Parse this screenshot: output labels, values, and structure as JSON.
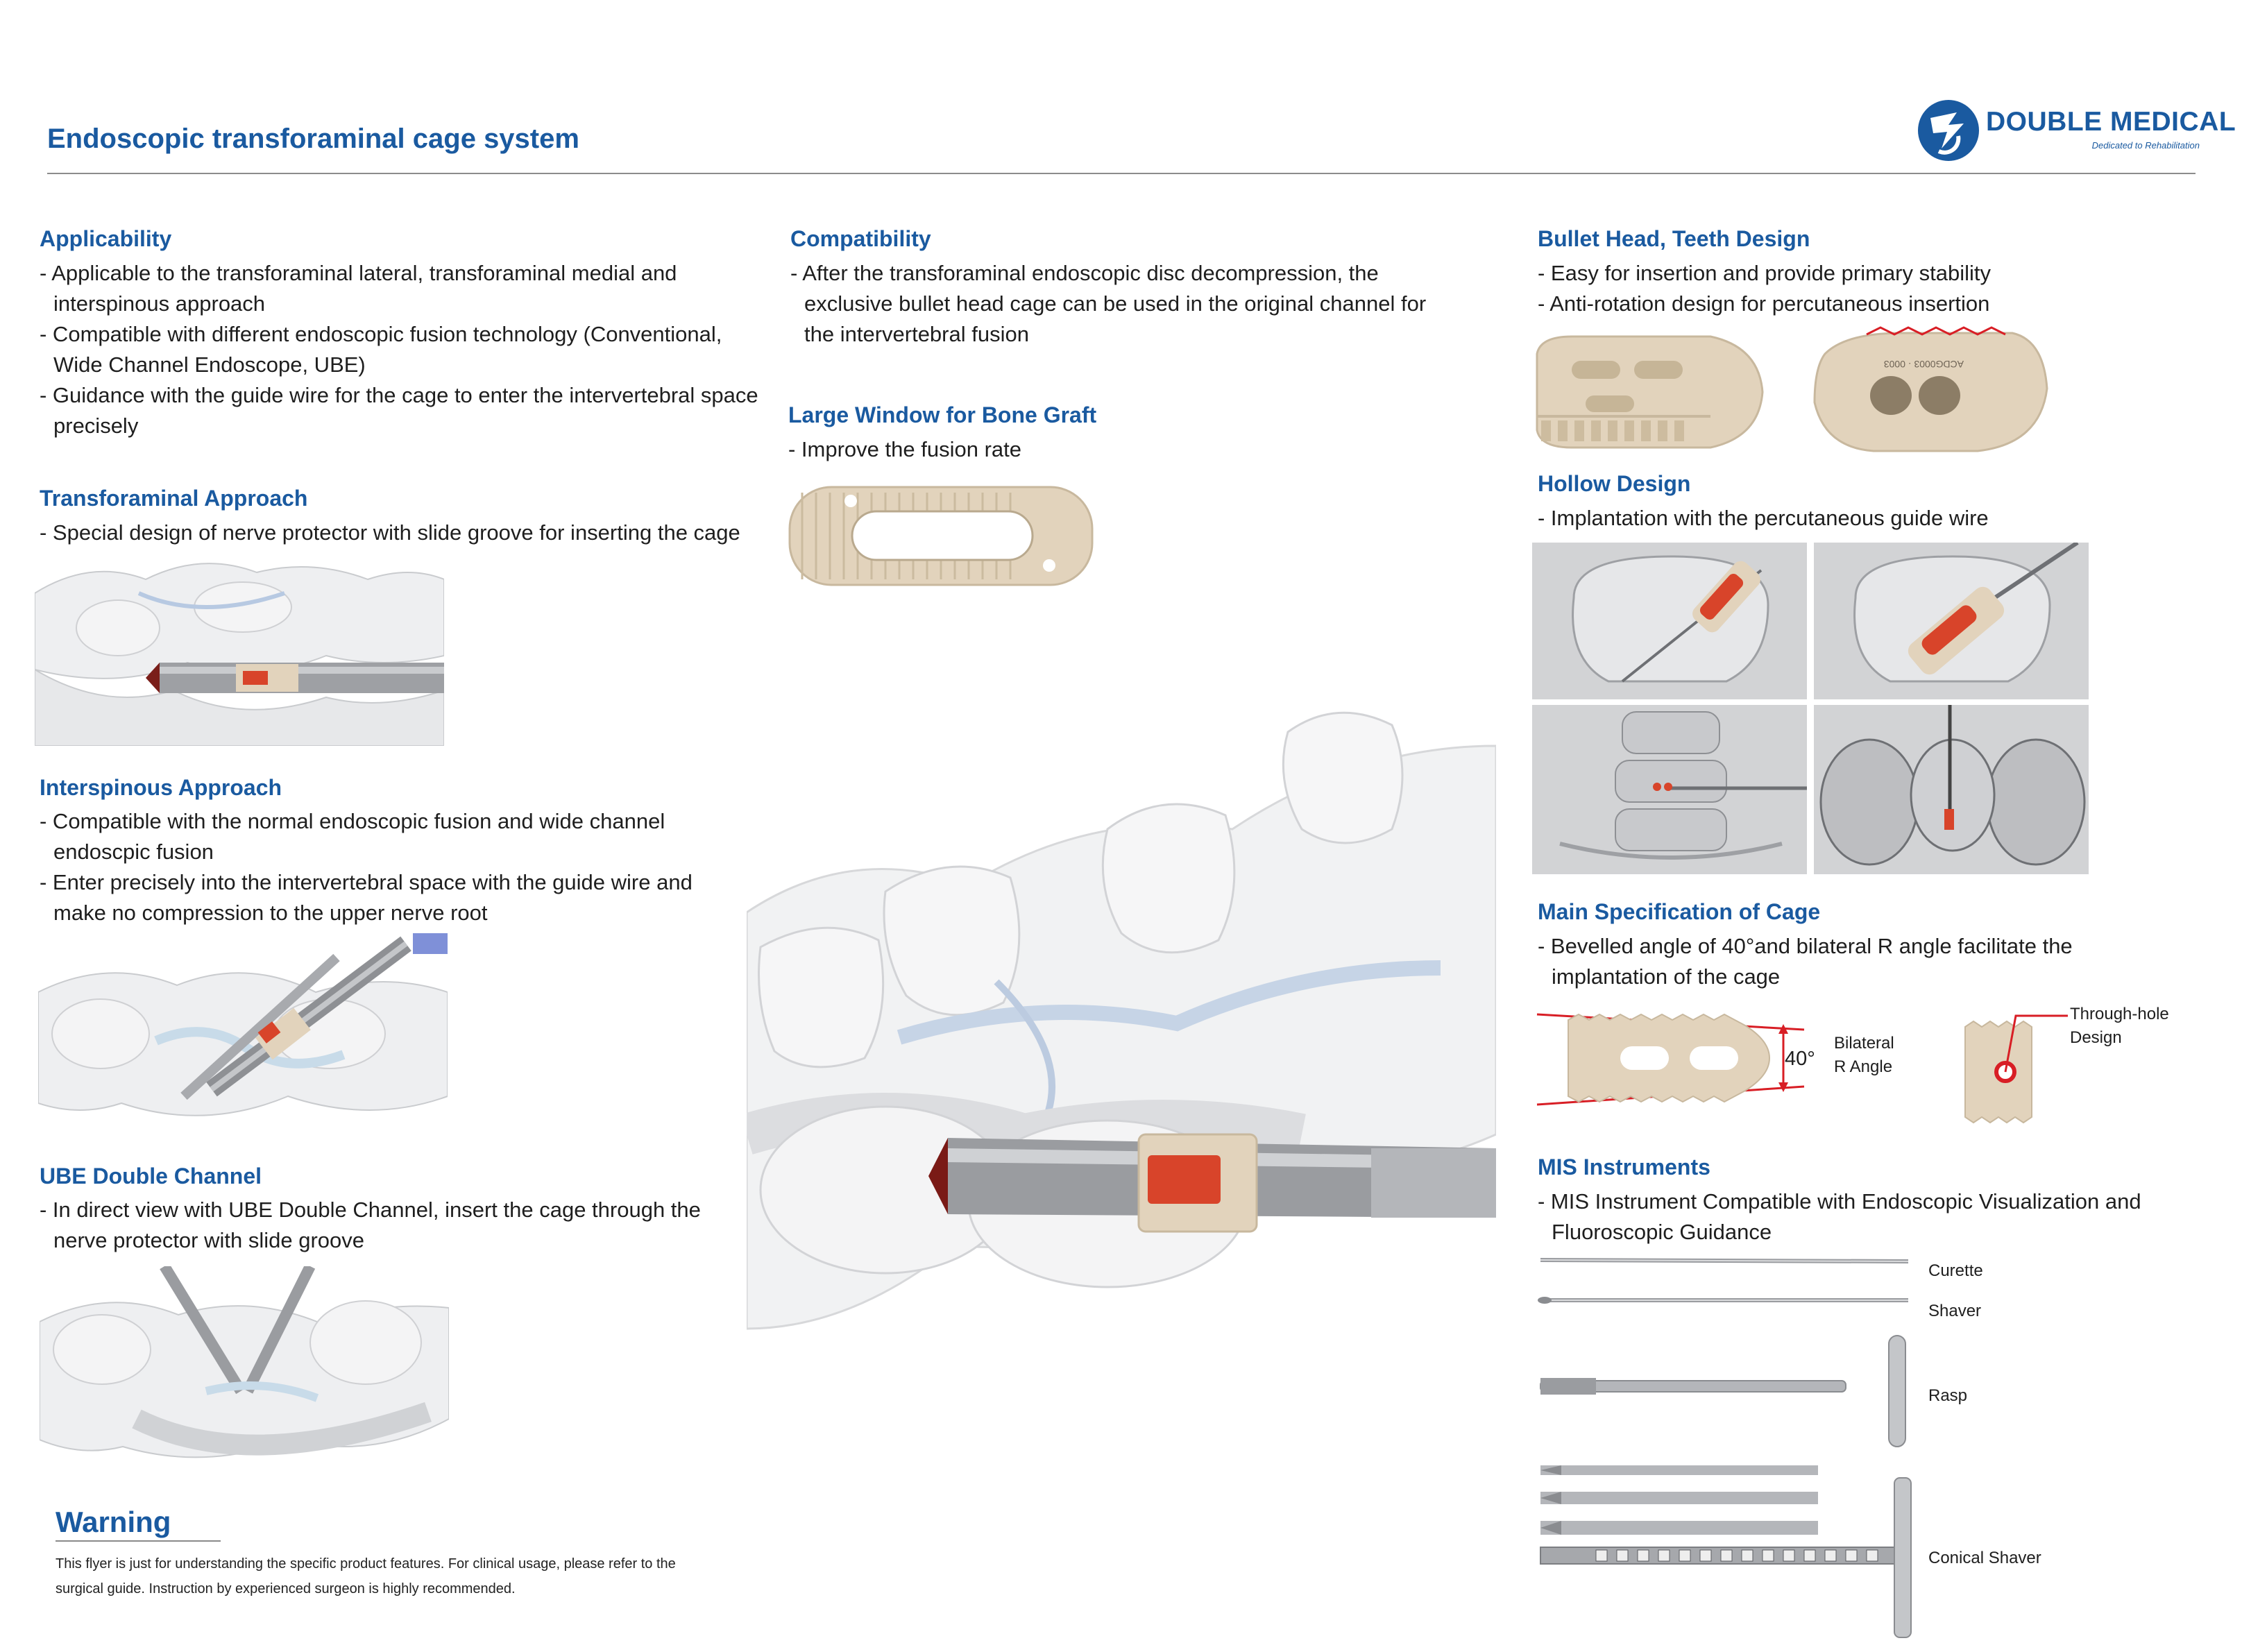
{
  "header": {
    "title": "Endoscopic transforaminal  cage system",
    "logo_name": "DOUBLE MEDICAL",
    "logo_tagline": "Dedicated to Rehabilitation"
  },
  "applicability": {
    "heading": "Applicability",
    "items": [
      "- Applicable to the transforaminal lateral, transforaminal medial and interspinous approach",
      "- Compatible with different endoscopic fusion technology (Conventional, Wide Channel Endoscope, UBE)",
      "- Guidance with the guide wire for the cage to enter the intervertebral space precisely"
    ]
  },
  "transforaminal": {
    "heading": "Transforaminal Approach",
    "items": [
      "- Special design of nerve protector with slide groove for inserting the cage"
    ]
  },
  "interspinous": {
    "heading": "Interspinous Approach",
    "items": [
      "- Compatible with the normal endoscopic fusion and wide channel endoscpic fusion",
      "- Enter precisely into the intervertebral space with the guide wire and make no compression to the upper nerve root"
    ]
  },
  "ube": {
    "heading": "UBE Double Channel",
    "items": [
      "- In direct view with UBE Double Channel, insert the cage through the nerve protector with slide groove"
    ]
  },
  "warning": {
    "heading": "Warning",
    "text": "This flyer is just for understanding the specific product features. For clinical usage, please refer to the surgical guide. Instruction by experienced surgeon is highly recommended."
  },
  "compatibility": {
    "heading": "Compatibility",
    "items": [
      "- After the transforaminal endoscopic disc decompression, the exclusive bullet head cage can be used in the original channel for the intervertebral fusion"
    ]
  },
  "large_window": {
    "heading": "Large Window for Bone Graft",
    "items": [
      "- Improve the fusion rate"
    ]
  },
  "bullet_head": {
    "heading": "Bullet Head, Teeth Design",
    "items": [
      "- Easy for insertion and provide primary stability",
      "- Anti-rotation design for percutaneous insertion"
    ]
  },
  "hollow": {
    "heading": "Hollow Design",
    "items": [
      "- Implantation with the percutaneous guide wire"
    ]
  },
  "main_spec": {
    "heading": "Main Specification of Cage",
    "items": [
      "- Bevelled angle of 40°and bilateral R angle facilitate the implantation of the cage"
    ],
    "angle_label": "40°",
    "bilateral_line1": "Bilateral",
    "bilateral_line2": "R Angle",
    "through_line1": "Through-hole",
    "through_line2": "Design"
  },
  "mis": {
    "heading": "MIS Instruments",
    "items": [
      "- MIS Instrument Compatible with Endoscopic Visualization and Fluoroscopic Guidance"
    ],
    "instruments": {
      "curette": "Curette",
      "shaver": "Shaver",
      "rasp": "Rasp",
      "conical_shaver": "Conical Shaver"
    }
  },
  "colors": {
    "heading_blue": "#1a5aa0",
    "cage_beige": "#e2d3bc",
    "graft_red": "#d8442a",
    "annotation_red": "#d81e25"
  }
}
